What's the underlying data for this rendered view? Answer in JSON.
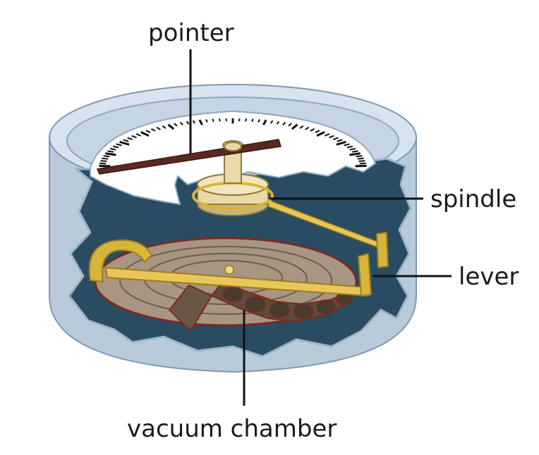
{
  "labels": {
    "pointer": "pointer",
    "spindle": "spindle",
    "lever": "lever",
    "vacuum_chamber": "vacuum chamber"
  },
  "colors": {
    "case_outer": "#b9cbdb",
    "case_rim": "#d7e3ee",
    "case_shadow": "#8ea6bc",
    "interior": "#294c63",
    "dial_face": "#ffffff",
    "dial_ticks": "#111111",
    "pointer": "#5a2a22",
    "brass": "#d9b43a",
    "brass_light": "#f3dd7a",
    "spindle_body": "#e8d9a6",
    "chamber": "#a89582",
    "chamber_dark": "#5e4b3c",
    "chamber_edge": "#7a2a22"
  }
}
